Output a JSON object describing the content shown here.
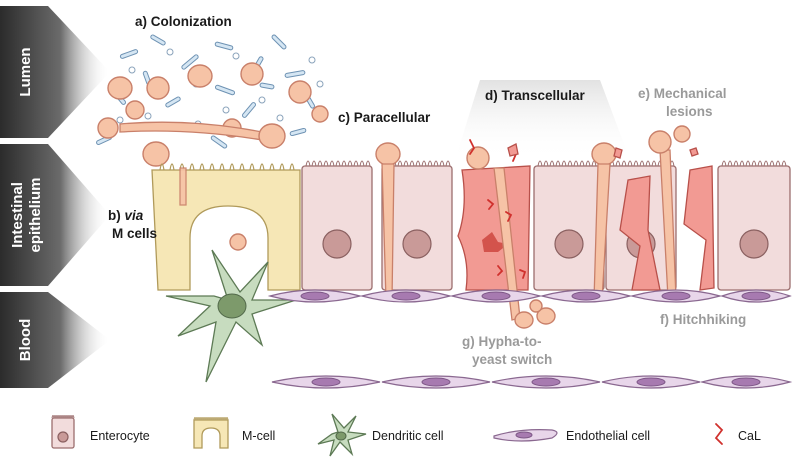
{
  "side_labels": {
    "lumen": "Lumen",
    "epithelium_line1": "Intestinal",
    "epithelium_line2": "epithelium",
    "blood": "Blood"
  },
  "panels": {
    "a": "a) Colonization",
    "b_prefix": "b) ",
    "b_italic": "via",
    "b_line2": "M cells",
    "c": "c) Paracellular",
    "d": "d) Transcellular",
    "e_line1": "e) Mechanical",
    "e_line2": "lesions",
    "f": "f) Hitchhiking",
    "g_line1": "g) Hypha-to-",
    "g_line2": "yeast switch"
  },
  "legend": [
    {
      "label": "Enterocyte",
      "icon": "enterocyte-icon"
    },
    {
      "label": "M-cell",
      "icon": "m-cell-icon"
    },
    {
      "label": "Dendritic cell",
      "icon": "dendritic-cell-icon"
    },
    {
      "label": "Endothelial cell",
      "icon": "endothelial-cell-icon"
    },
    {
      "label": "CaL",
      "icon": "candidalysin-icon"
    }
  ],
  "colors": {
    "side_arrow": "#3a3a3a",
    "fungus": "#f6c3a6",
    "enterocyte": "#f2dcdc",
    "m_cell": "#f6e7b6",
    "dendritic": "#c7dcbf",
    "endothelial": "#e8d6ea",
    "damaged_cell": "#f29a93",
    "candidalysin": "#d0312d",
    "grey_label": "#9a9a9a"
  }
}
